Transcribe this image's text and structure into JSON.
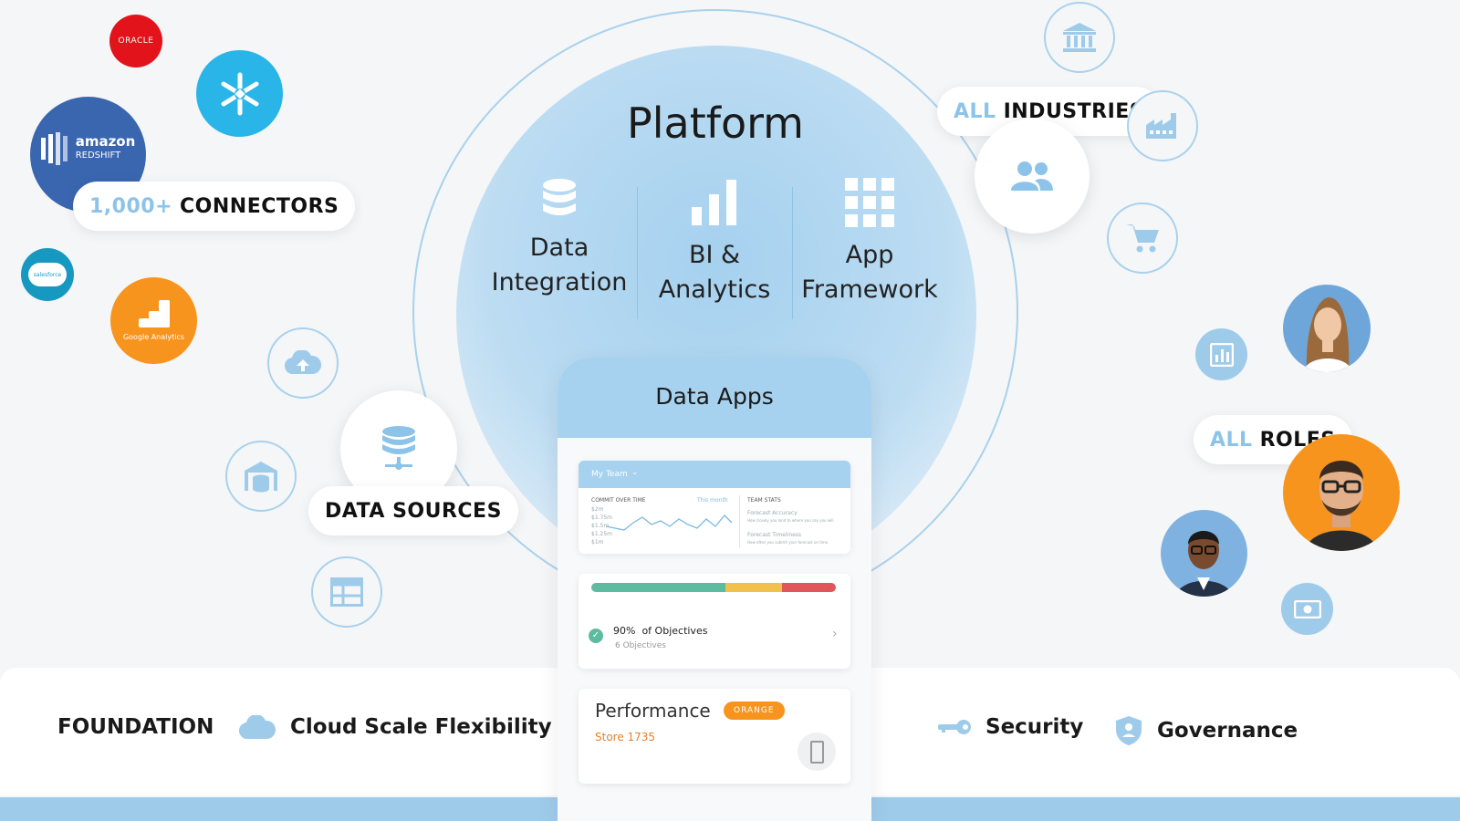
{
  "platform": {
    "title": "Platform",
    "pillars": [
      {
        "line1": "Data",
        "line2": "Integration",
        "icon": "database-icon"
      },
      {
        "line1": "BI &",
        "line2": "Analytics",
        "icon": "bar-chart-icon"
      },
      {
        "line1": "App",
        "line2": "Framework",
        "icon": "grid-icon"
      }
    ]
  },
  "badges": {
    "connectors": {
      "highlight": "1,000+",
      "text": "CONNECTORS"
    },
    "industries": {
      "highlight": "ALL",
      "text": "INDUSTRIES"
    },
    "roles": {
      "highlight": "ALL",
      "text": "ROLES"
    },
    "data_sources": {
      "text": "DATA SOURCES"
    }
  },
  "logos": {
    "oracle": "ORACLE",
    "amazon_line1": "amazon",
    "amazon_line2": "REDSHIFT",
    "salesforce": "salesforce",
    "google_analytics": "Google Analytics"
  },
  "phone": {
    "title": "Data Apps",
    "team_card": {
      "header": "My Team",
      "commit_label": "COMMIT OVER TIME",
      "period": "This month",
      "y_ticks": [
        "$2m",
        "$1.75m",
        "$1.5m",
        "$1.25m",
        "$1m"
      ],
      "stats_label": "TEAM STATS",
      "stat1_title": "Forecast Accuracy",
      "stat1_desc": "How closely you land to where you say you will",
      "stat2_title": "Forecast Timeliness",
      "stat2_desc": "How often you submit your forecast on time"
    },
    "objectives": {
      "percent": "90%",
      "text": "of Objectives",
      "sub": "6 Objectives",
      "progress": {
        "green": 0.55,
        "yellow": 0.23,
        "red": 0.22
      }
    },
    "performance": {
      "title": "Performance",
      "badge": "ORANGE",
      "store": "Store 1735"
    }
  },
  "footer": {
    "foundation": "FOUNDATION",
    "cloud": "Cloud Scale Flexibility",
    "security": "Security",
    "governance": "Governance"
  },
  "colors": {
    "accent": "#8cc3e8",
    "orange": "#f7941d",
    "oracle_red": "#e2131a",
    "amazon_blue": "#3a66b0",
    "snowflake": "#29b5e8"
  }
}
